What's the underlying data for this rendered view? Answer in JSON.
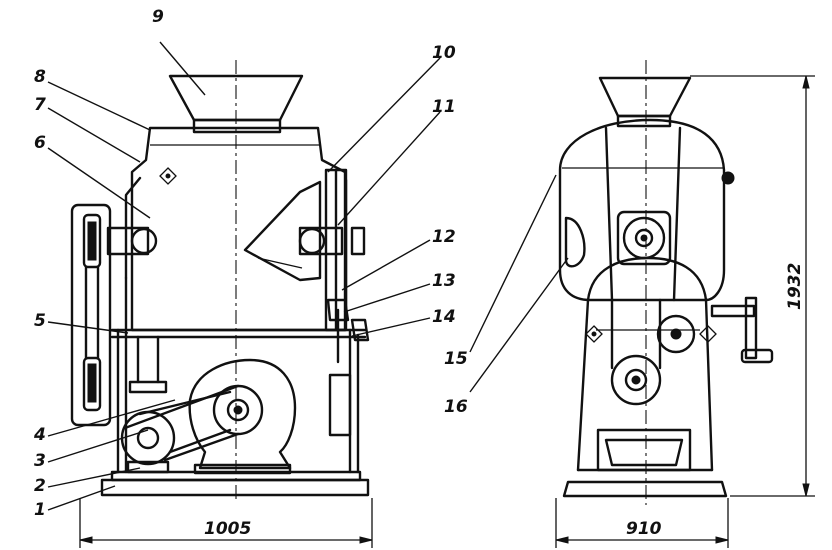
{
  "callouts": {
    "c1": "1",
    "c2": "2",
    "c3": "3",
    "c4": "4",
    "c5": "5",
    "c6": "6",
    "c7": "7",
    "c8": "8",
    "c9": "9",
    "c10": "10",
    "c11": "11",
    "c12": "12",
    "c13": "13",
    "c14": "14",
    "c15": "15",
    "c16": "16"
  },
  "dimensions": {
    "front_width": "1005",
    "side_width": "910",
    "side_height": "1932"
  }
}
